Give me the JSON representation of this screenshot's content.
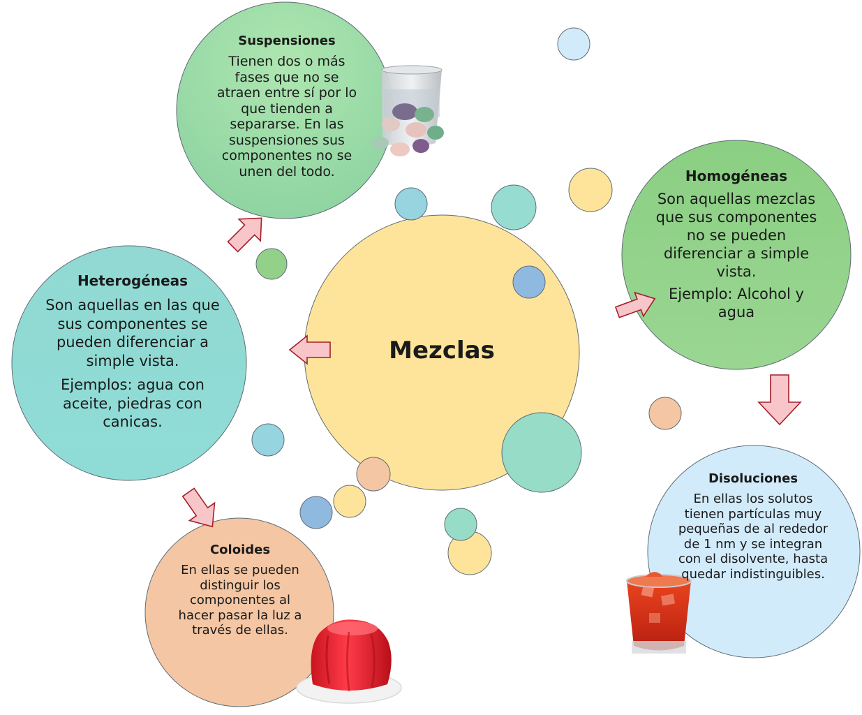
{
  "center": {
    "title": "Mezclas"
  },
  "suspensiones": {
    "title": "Suspensiones",
    "body": "Tienen dos o más fases que no se atraen entre sí por lo que tienden a separarse. En las suspensiones sus componentes no se unen del todo."
  },
  "heterogeneas": {
    "title": "Heterogéneas",
    "body": "Son aquellas en las que sus componentes se pueden diferenciar a simple vista.",
    "example": "Ejemplos: agua con aceite, piedras con canicas."
  },
  "homogeneas": {
    "title": "Homogéneas",
    "body": "Son aquellas mezclas que sus componentes no se pueden diferenciar a simple vista.",
    "example": "Ejemplo: Alcohol y agua"
  },
  "disoluciones": {
    "title": "Disoluciones",
    "body": "En ellas los solutos tienen partículas muy pequeñas de al rededor de 1 nm y se integran con el disolvente, hasta quedar indistinguibles."
  },
  "coloides": {
    "title": "Coloides",
    "body": "En ellas se pueden distinguir los componentes al hacer pasar la luz a través de ellas."
  },
  "colors": {
    "yellow": "#fde49a",
    "green": "#93d08a",
    "teal": "#96dcd5",
    "lightblue": "#d2ebfb",
    "peach": "#f4c6a3",
    "arrow_fill": "#f8c5c8",
    "arrow_stroke": "#a31f2a"
  }
}
